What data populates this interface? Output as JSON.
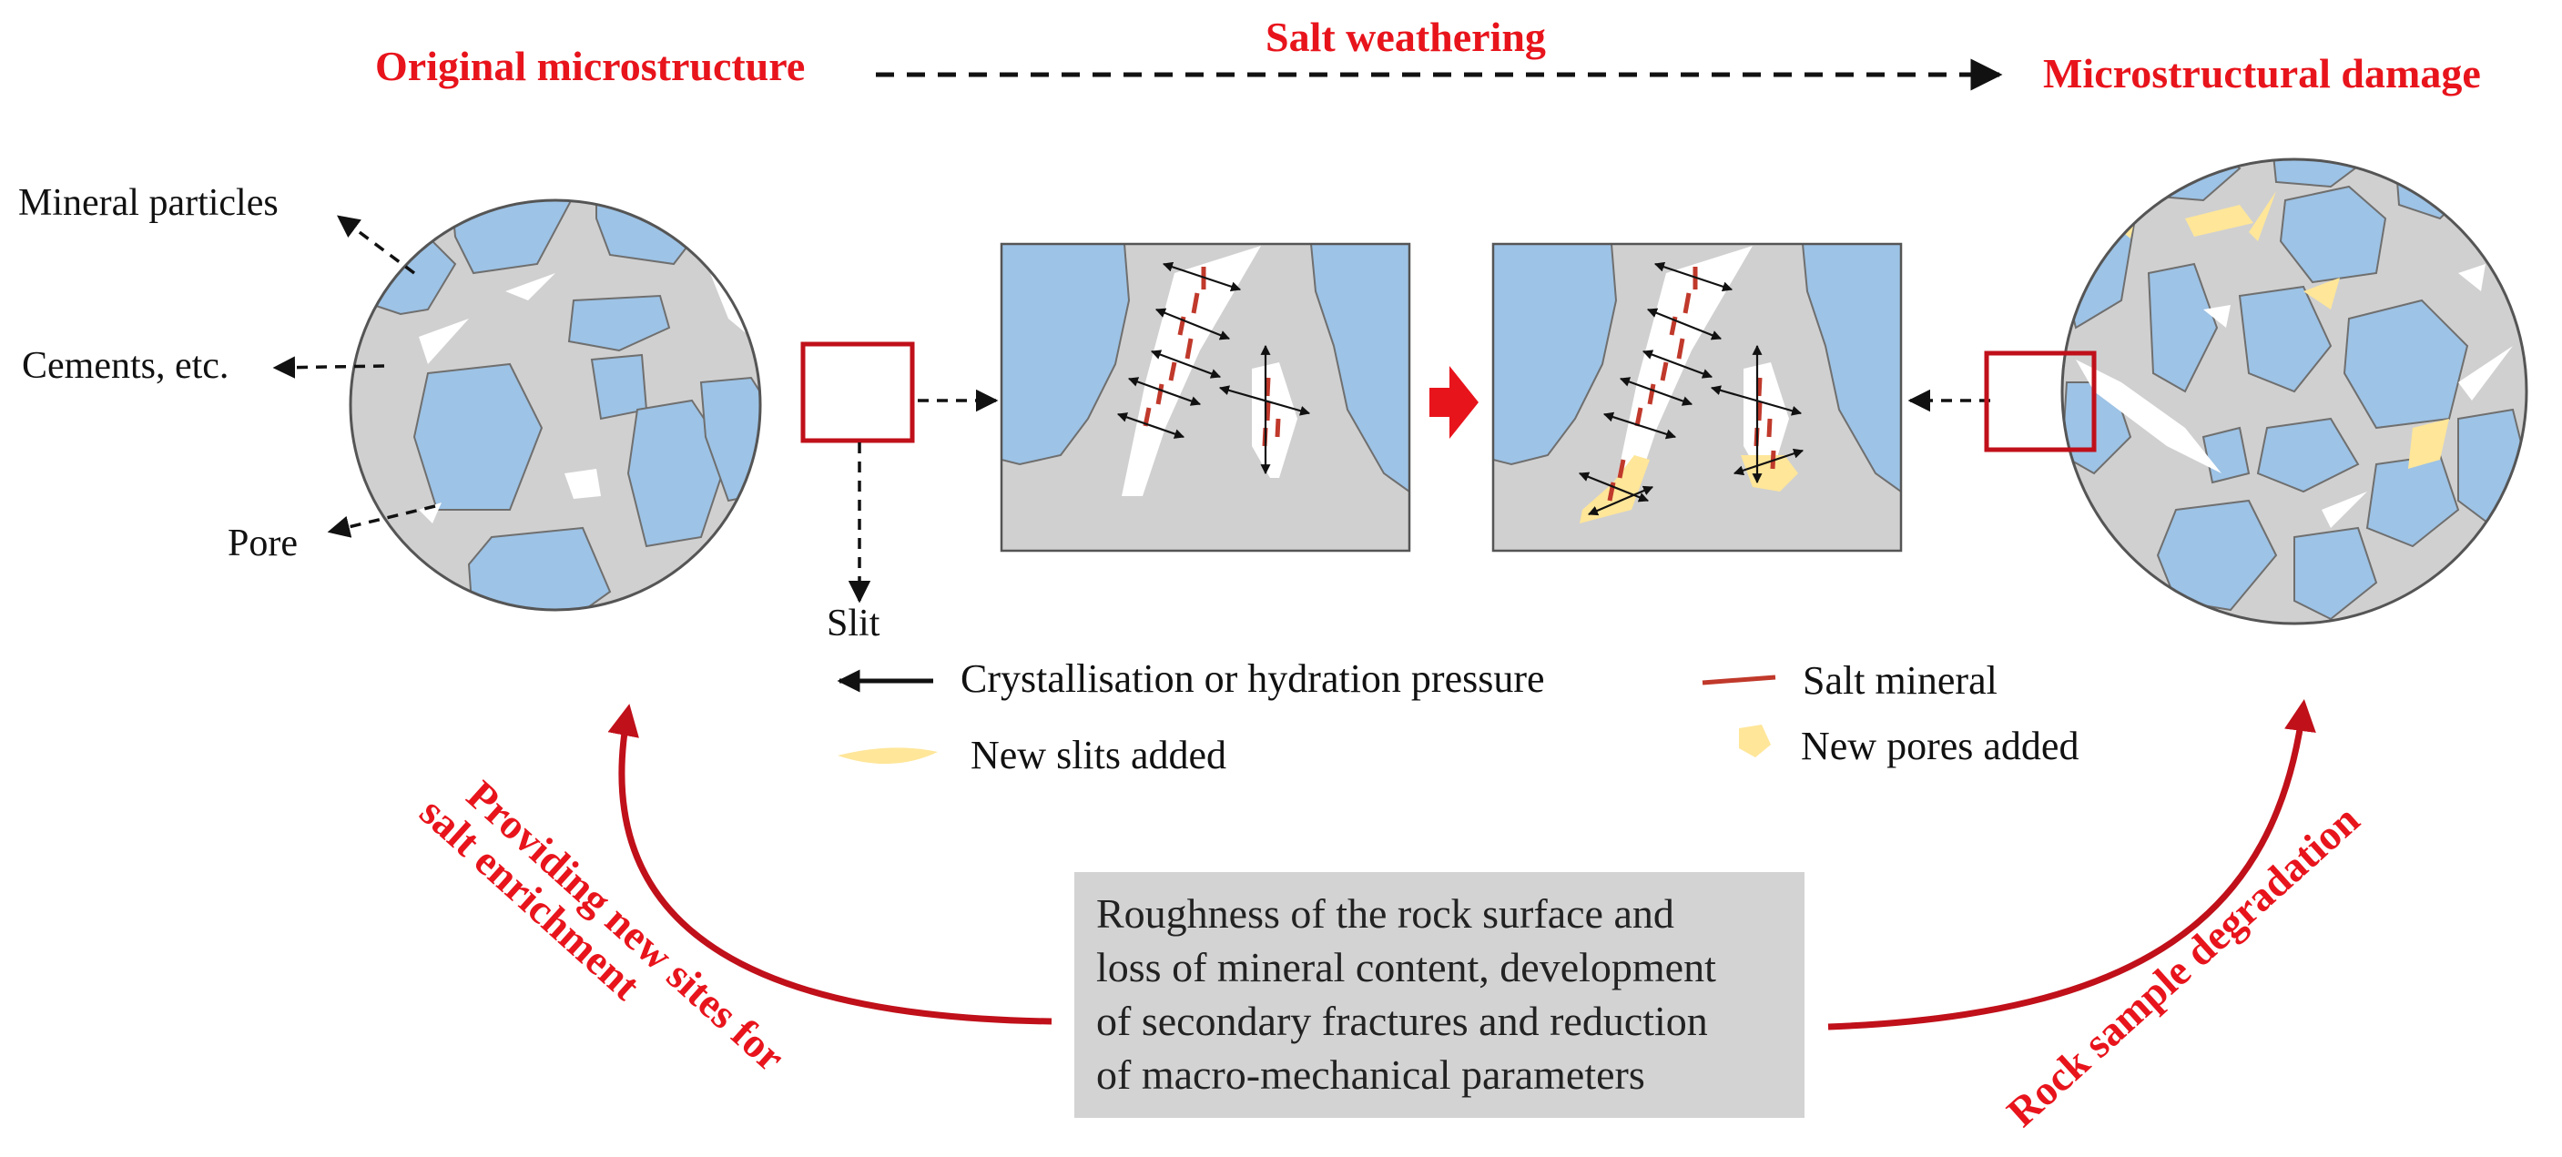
{
  "colors": {
    "accent_red": "#e8141c",
    "dark_red": "#c0101a",
    "mineral_blue": "#9dc3e6",
    "cement_gray": "#d0d0d0",
    "new_yellow": "#ffe699",
    "salt_red": "#c0392b"
  },
  "header": {
    "title_left": "Original microstructure",
    "title_center": "Salt weathering",
    "title_right": "Microstructural damage"
  },
  "labels": {
    "mineral": "Mineral particles",
    "cements": "Cements, etc.",
    "pore": "Pore",
    "slit": "Slit"
  },
  "legend": {
    "pressure": "Crystallisation or hydration pressure",
    "salt": "Salt mineral",
    "new_slits": "New slits added",
    "new_pores": "New pores added"
  },
  "summary": {
    "lines": [
      "Roughness of the rock surface and",
      "loss of mineral content, development",
      "of secondary fractures and reduction",
      "of macro-mechanical parameters"
    ]
  },
  "cycle": {
    "left_line1": "Providing new sites for",
    "left_line2": "salt enrichment",
    "right": "Rock sample degradation"
  }
}
